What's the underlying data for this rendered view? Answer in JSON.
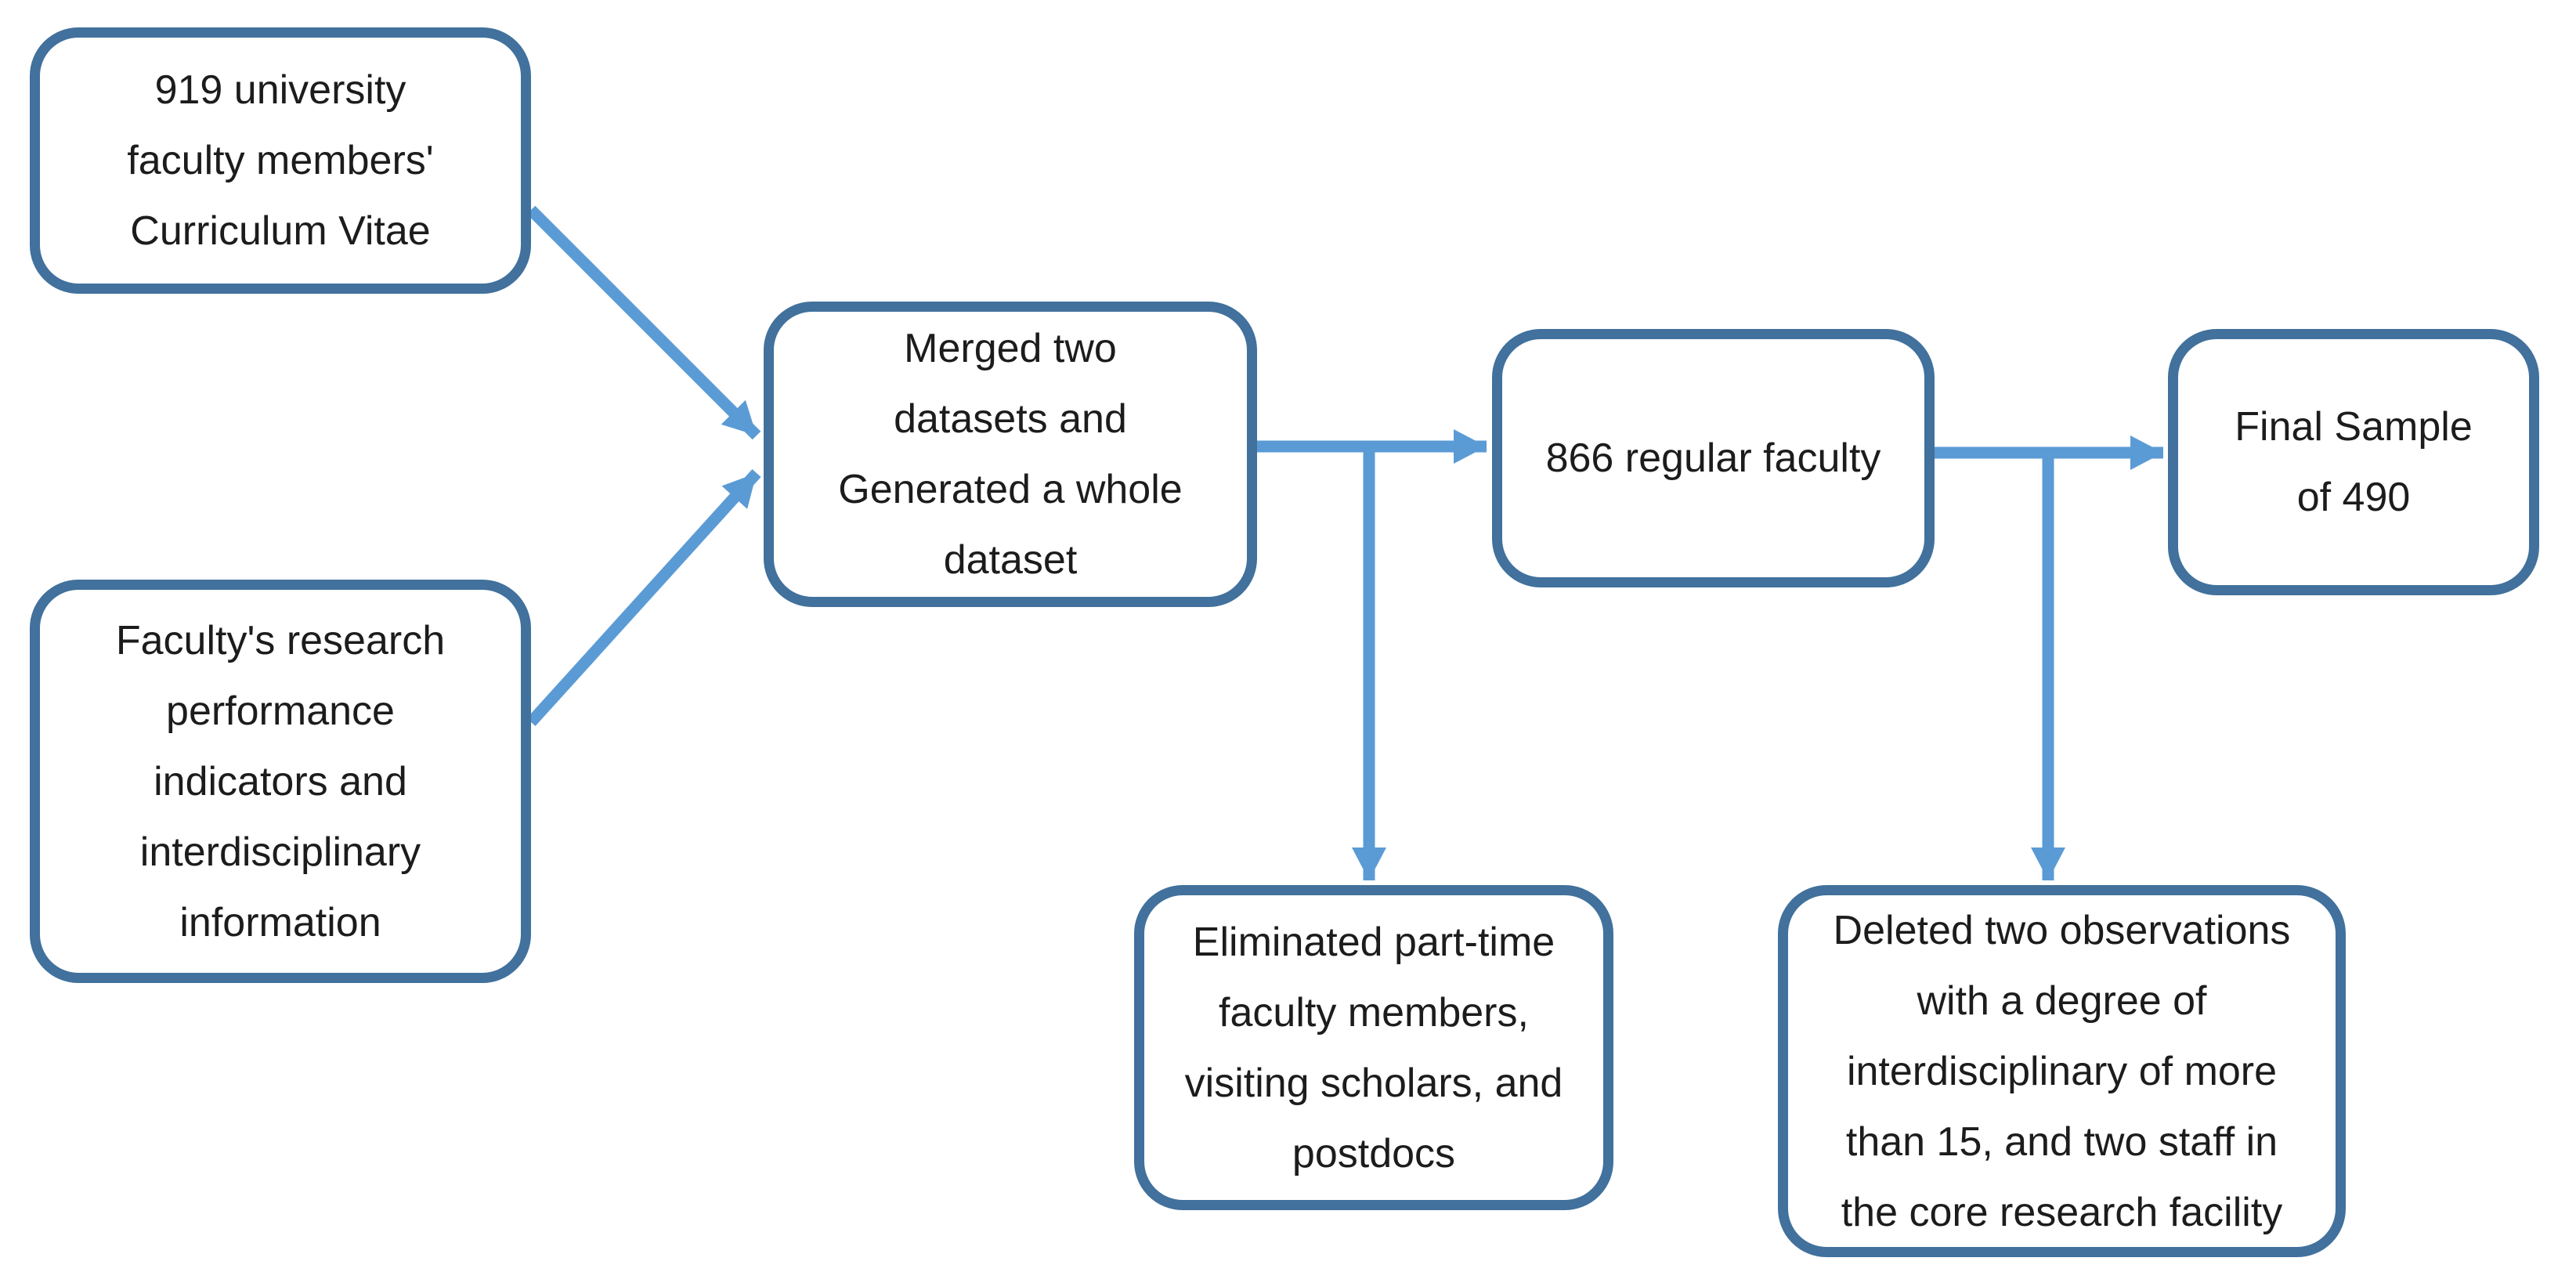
{
  "diagram": {
    "type": "flowchart",
    "colors": {
      "background": "#FFFFFF",
      "node_border": "#41719C",
      "node_fill": "#FFFFFF",
      "arrow": "#5B9BD5",
      "text": "#1C1C1C"
    },
    "nodes": [
      {
        "id": "cv",
        "lines": [
          "919 university",
          "faculty members'",
          "Curriculum Vitae"
        ]
      },
      {
        "id": "indicators",
        "lines": [
          "Faculty's research",
          "performance",
          "indicators and",
          "interdisciplinary",
          "information"
        ]
      },
      {
        "id": "merged",
        "lines": [
          "Merged two",
          "datasets and",
          "Generated a whole",
          "dataset"
        ]
      },
      {
        "id": "regular-866",
        "lines": [
          "866 regular faculty"
        ]
      },
      {
        "id": "final-490",
        "lines": [
          "Final Sample",
          "of 490"
        ]
      },
      {
        "id": "eliminated",
        "lines": [
          "Eliminated part-time",
          "faculty members,",
          "visiting scholars, and",
          "postdocs"
        ]
      },
      {
        "id": "deleted-observations",
        "lines": [
          "Deleted two observations",
          "with a degree of",
          "interdisciplinary of more",
          "than 15, and two staff in",
          "the core research facility"
        ]
      }
    ],
    "edges": [
      {
        "from": "cv",
        "to": "merged"
      },
      {
        "from": "indicators",
        "to": "merged"
      },
      {
        "from": "merged",
        "to": "regular-866"
      },
      {
        "from": "merged",
        "to": "eliminated"
      },
      {
        "from": "regular-866",
        "to": "final-490"
      },
      {
        "from": "regular-866",
        "to": "deleted-observations"
      }
    ]
  }
}
